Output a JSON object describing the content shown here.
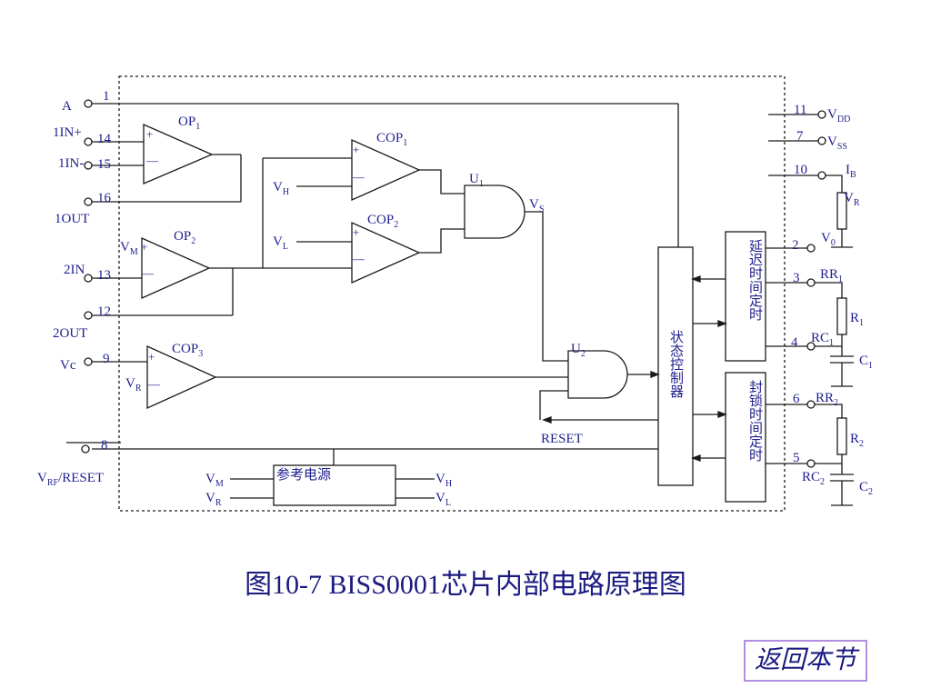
{
  "diagram": {
    "pins_left": {
      "a": {
        "name": "A",
        "num": "1"
      },
      "in1p": {
        "name": "1IN+",
        "num": "14"
      },
      "in1m": {
        "name": "1IN-",
        "num": "15"
      },
      "out1": {
        "name": "1OUT",
        "num": "16"
      },
      "in2": {
        "name": "2IN",
        "num": "13"
      },
      "out2": {
        "name": "2OUT",
        "num": "12"
      },
      "vc": {
        "name": "Vc",
        "num": "9"
      },
      "vrf_reset": {
        "name": "VRF/RESET",
        "name_main": "V",
        "name_sub": "RF",
        "name_tail": "/RESET",
        "num": "8"
      }
    },
    "pins_right": {
      "vdd": {
        "num": "11",
        "label": "V",
        "sub": "DD"
      },
      "vss": {
        "num": "7",
        "label": "V",
        "sub": "SS"
      },
      "ib": {
        "num": "10",
        "label": "I",
        "sub": "B"
      },
      "vr": {
        "label": "V",
        "sub": "R"
      },
      "v0": {
        "num": "2",
        "label": "V",
        "sub": "0"
      },
      "rr1": {
        "num": "3",
        "label": "RR",
        "sub": "1"
      },
      "r1": {
        "label": "R",
        "sub": "1"
      },
      "rc1": {
        "num": "4",
        "label": "RC",
        "sub": "1"
      },
      "c1": {
        "label": "C",
        "sub": "1"
      },
      "rr2": {
        "num": "6",
        "label": "RR",
        "sub": "2"
      },
      "r2": {
        "label": "R",
        "sub": "2"
      },
      "rc2": {
        "num": "5",
        "label": "RC",
        "sub": "2"
      },
      "c2": {
        "label": "C",
        "sub": "2"
      }
    },
    "blocks": {
      "op1": {
        "label": "OP",
        "sub": "1"
      },
      "op2": {
        "label": "OP",
        "sub": "2"
      },
      "cop1": {
        "label": "COP",
        "sub": "1"
      },
      "cop2": {
        "label": "COP",
        "sub": "2"
      },
      "cop3": {
        "label": "COP",
        "sub": "3"
      },
      "u1": {
        "label": "U",
        "sub": "1"
      },
      "u2": {
        "label": "U",
        "sub": "2"
      },
      "vs": {
        "label": "V",
        "sub": "S"
      },
      "vh": {
        "label": "V",
        "sub": "H"
      },
      "vl": {
        "label": "V",
        "sub": "L"
      },
      "vm": {
        "label": "V",
        "sub": "M"
      },
      "vr_in": {
        "label": "V",
        "sub": "R"
      },
      "state_controller": "状态控制器",
      "delay_timer": "延迟时间定时",
      "lock_timer": "封锁时间定时",
      "reset": "RESET",
      "reference": "参考电源",
      "ref_vm": {
        "label": "V",
        "sub": "M"
      },
      "ref_vr": {
        "label": "V",
        "sub": "R"
      },
      "ref_vh": {
        "label": "V",
        "sub": "H"
      },
      "ref_vl": {
        "label": "V",
        "sub": "L"
      }
    },
    "signs": {
      "plus": "+",
      "minus": "—"
    }
  },
  "caption": "图10-7  BISS0001芯片内部电路原理图",
  "back_button": "返回本节",
  "colors": {
    "line": "#1a1a1a",
    "text": "#1f1f8f",
    "accent_border": "#b08ee0"
  }
}
